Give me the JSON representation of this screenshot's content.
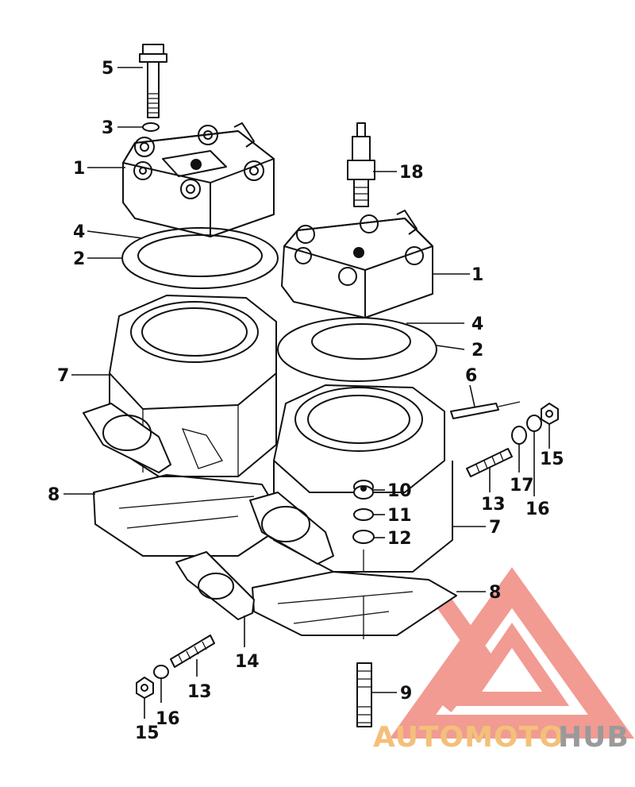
{
  "callouts": {
    "c5": "5",
    "c3": "3",
    "c1a": "1",
    "c4a": "4",
    "c2a": "2",
    "c7a": "7",
    "c18": "18",
    "c1b": "1",
    "c4b": "4",
    "c2b": "2",
    "c6": "6",
    "c15a": "15",
    "c16a": "16",
    "c17": "17",
    "c13a": "13",
    "c8a": "8",
    "c10": "10",
    "c11": "11",
    "c12": "12",
    "c7b": "7",
    "c8b": "8",
    "c14": "14",
    "c13b": "13",
    "c9": "9",
    "c15b": "15",
    "c16b": "16"
  },
  "watermark": {
    "part1": "AUTOMOTO",
    "part2": "HUB",
    "color_orange": "#f3c07a",
    "color_red": "#ef7a72",
    "color_gray": "#9a9a9a"
  }
}
